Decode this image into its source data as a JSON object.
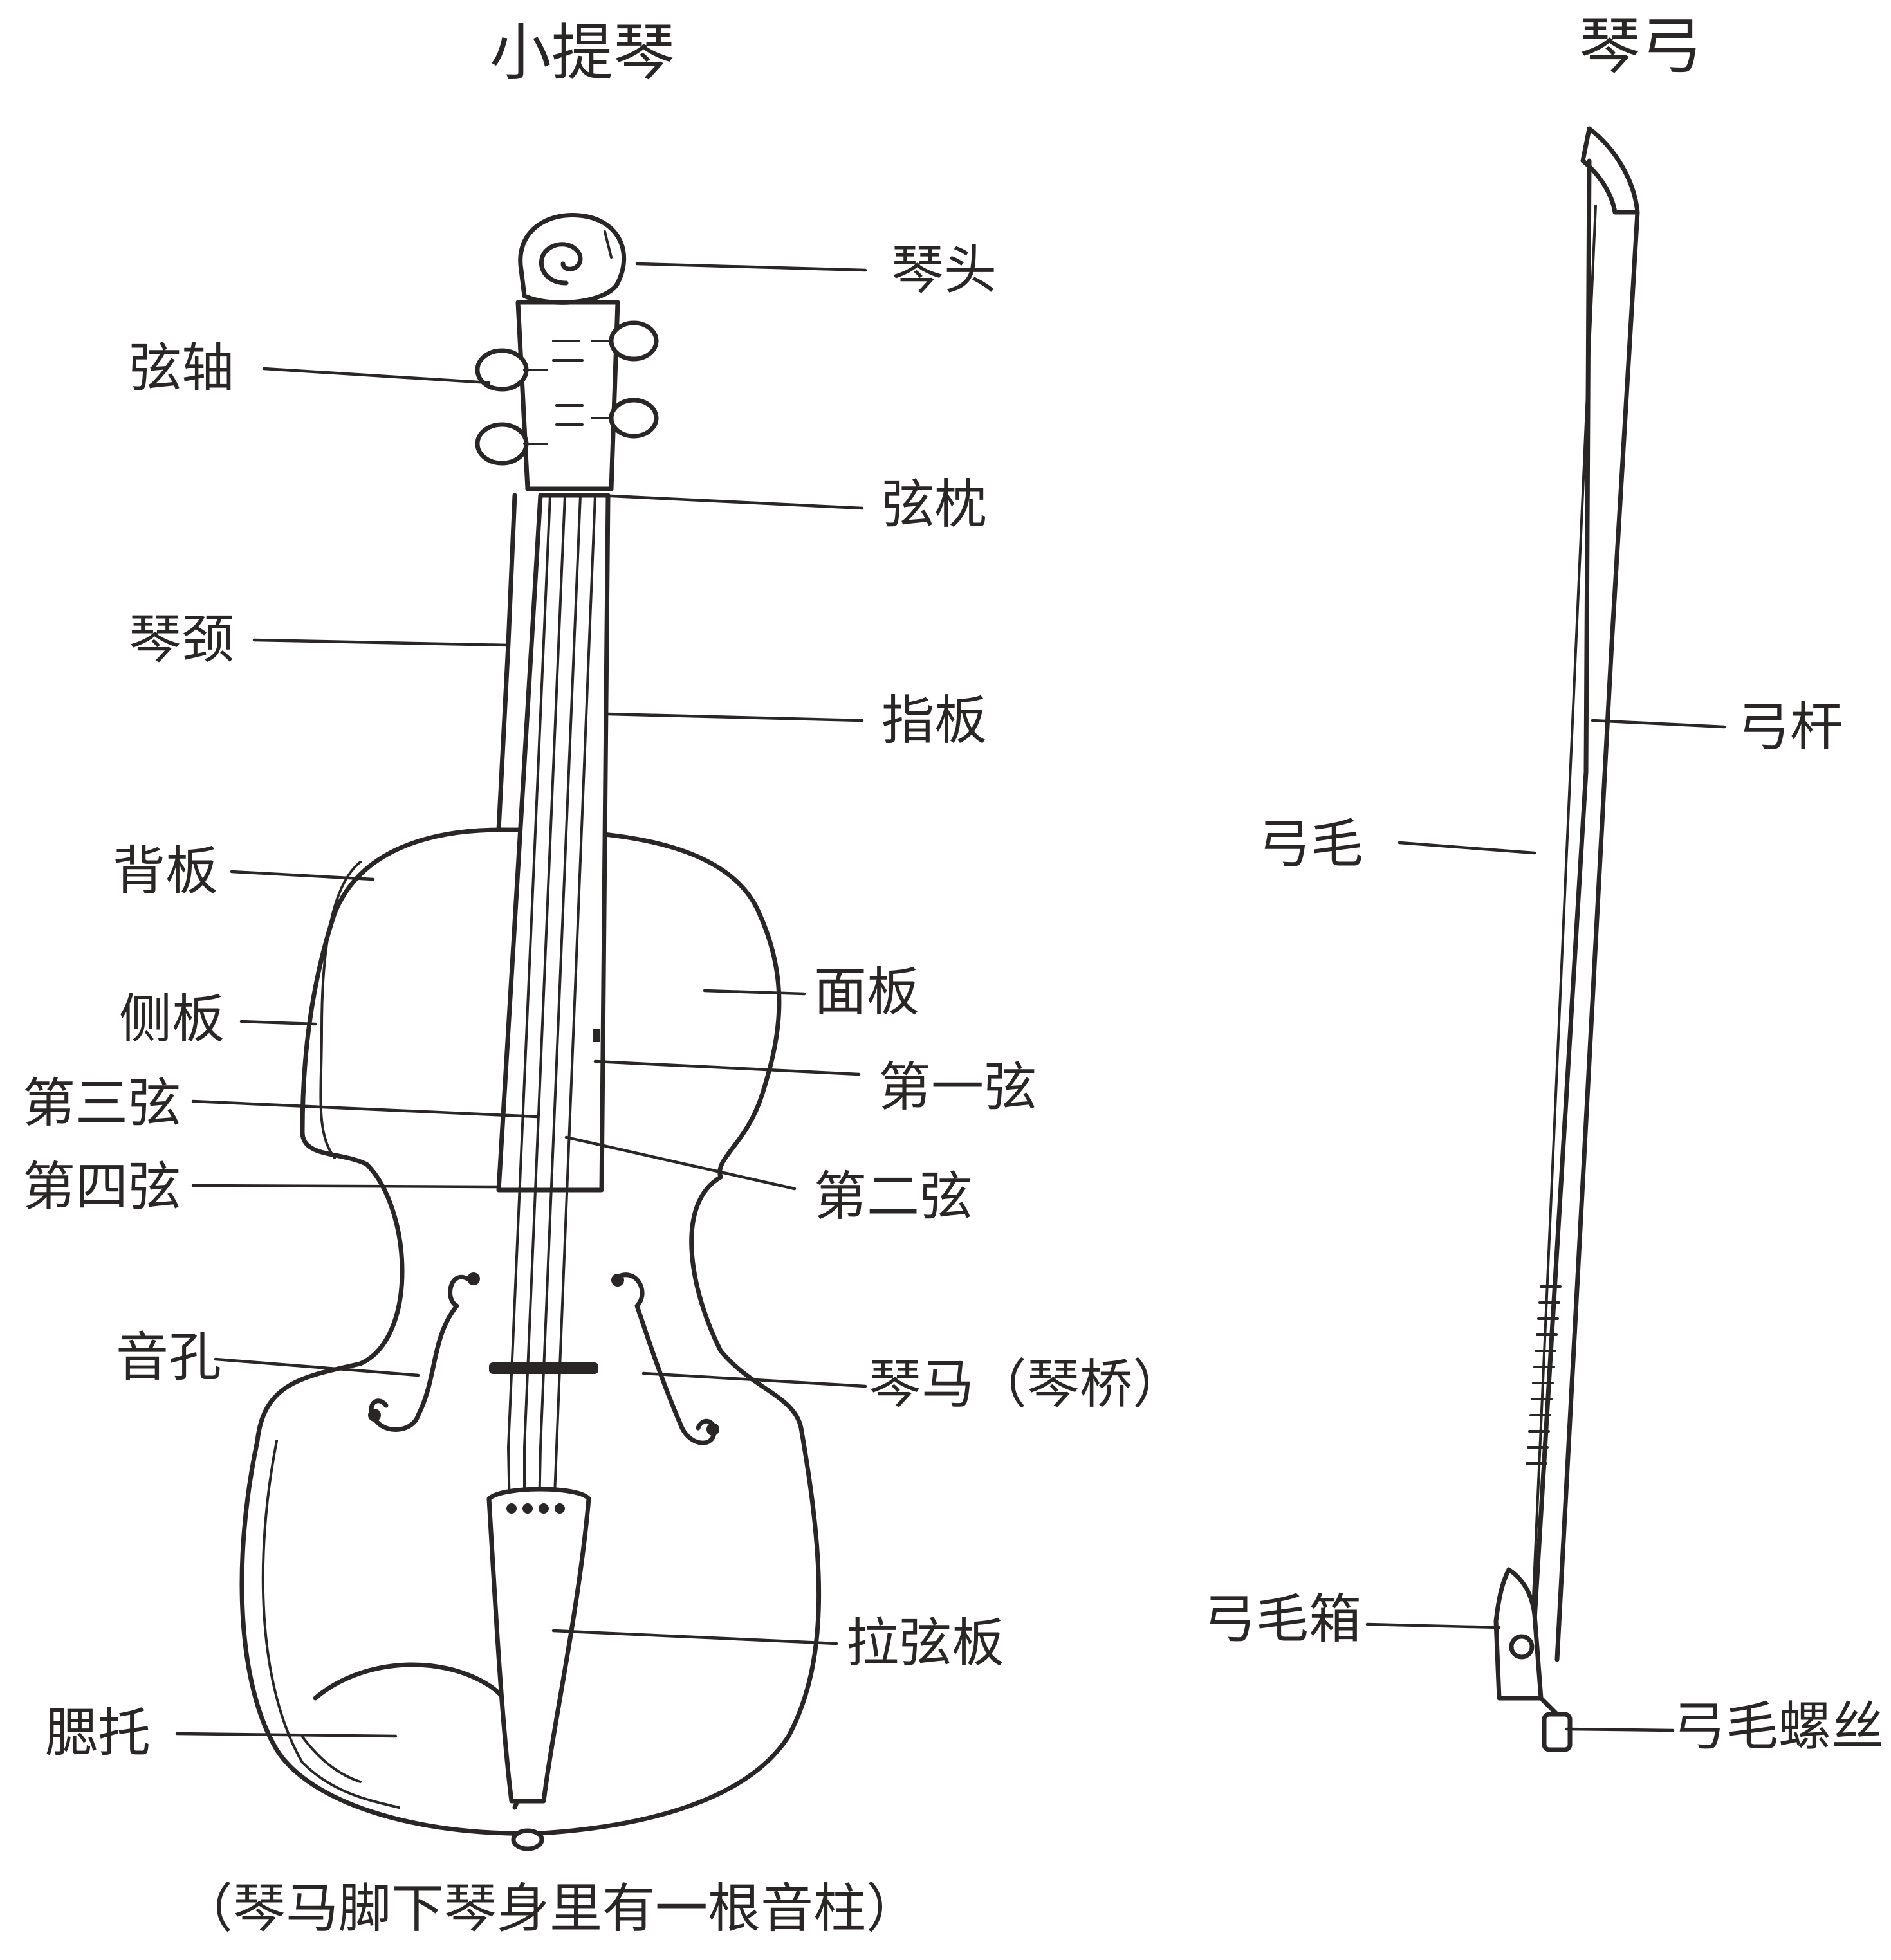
{
  "violin": {
    "title": "小提琴",
    "parts": {
      "scroll": "琴头",
      "peg": "弦轴",
      "nut": "弦枕",
      "neck": "琴颈",
      "fingerboard": "指板",
      "back": "背板",
      "top": "面板",
      "ribs": "侧板",
      "string1": "第一弦",
      "string3": "第三弦",
      "string2": "第二弦",
      "string4": "第四弦",
      "f_hole": "音孔",
      "bridge": "琴马（琴桥）",
      "tailpiece": "拉弦板",
      "chinrest": "腮托"
    },
    "note": "（琴马脚下琴身里有一根音柱）"
  },
  "bow": {
    "title": "琴弓",
    "parts": {
      "stick": "弓杆",
      "hair": "弓毛",
      "frog": "弓毛箱",
      "screw": "弓毛螺丝"
    }
  }
}
